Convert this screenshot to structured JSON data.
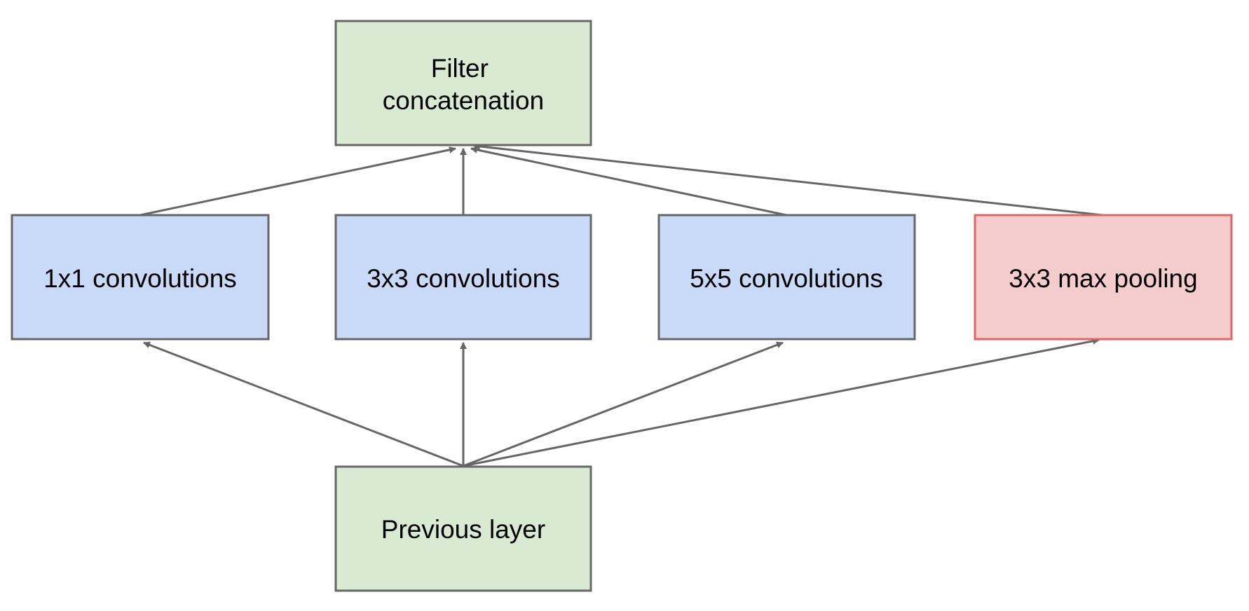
{
  "diagram": {
    "colors": {
      "edge": "#666666",
      "green_fill": "#d9ead3",
      "blue_fill": "#c9daf8",
      "red_fill": "#f4cccc",
      "red_border": "#e06666",
      "dark_border": "#666666"
    },
    "nodes": {
      "filter_concat": {
        "line1": "Filter",
        "line2": "concatenation"
      },
      "conv1x1": {
        "label": "1x1 convolutions"
      },
      "conv3x3": {
        "label": "3x3 convolutions"
      },
      "conv5x5": {
        "label": "5x5 convolutions"
      },
      "maxpool3x3": {
        "label": "3x3 max pooling"
      },
      "previous_layer": {
        "label": "Previous layer"
      }
    }
  }
}
